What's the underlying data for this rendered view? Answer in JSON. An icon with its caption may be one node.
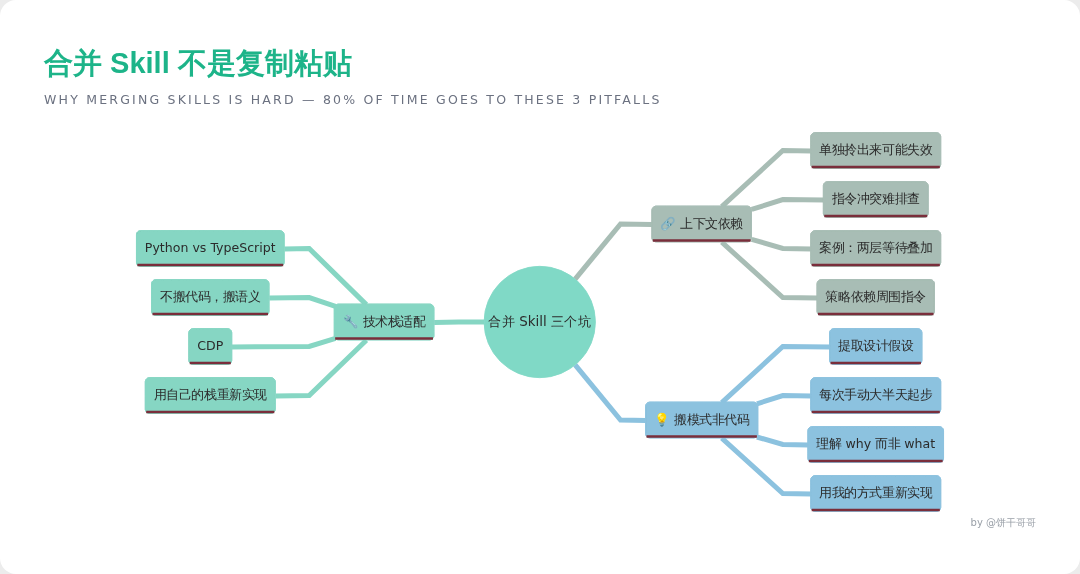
{
  "diagram": {
    "title": "合并 Skill 不是复制粘贴",
    "caption": "WHY MERGING SKILLS IS HARD — 80% OF TIME GOES TO THESE 3 PITFALLS",
    "nodes": [
      {
        "text": [
          "合并 Skill 三个坑"
        ]
      },
      {
        "text": [
          "🔧 技术栈适配"
        ]
      },
      {
        "text": [
          "Python vs TypeScript"
        ]
      },
      {
        "text": [
          "不搬代码，搬语义"
        ]
      },
      {
        "text": [
          "CDP"
        ]
      },
      {
        "text": [
          "用自己的栈重新实现"
        ]
      },
      {
        "text": [
          "🔗 上下文依赖"
        ]
      },
      {
        "text": [
          "单独拎出来可能失效"
        ]
      },
      {
        "text": [
          "指令冲突难排查"
        ]
      },
      {
        "text": [
          "案例：两层等待叠加"
        ]
      },
      {
        "text": [
          "策略依赖周围指令"
        ]
      },
      {
        "text": [
          "💡 搬模式非代码"
        ]
      },
      {
        "text": [
          "提取设计假设"
        ]
      },
      {
        "text": [
          "每次手动大半天起步"
        ]
      },
      {
        "text": [
          "理解 why 而非 what"
        ]
      },
      {
        "text": [
          "用我的方式重新实现"
        ]
      }
    ],
    "edges": [
      {
        "from": 1,
        "to": 0,
        "arrow": "none",
        "color": "#86d6c3"
      },
      {
        "from": 2,
        "to": 1,
        "arrow": "none",
        "color": "#86d6c3"
      },
      {
        "from": 3,
        "to": 1,
        "arrow": "none",
        "color": "#86d6c3"
      },
      {
        "from": 4,
        "to": 1,
        "arrow": "none",
        "color": "#86d6c3"
      },
      {
        "from": 5,
        "to": 1,
        "arrow": "none",
        "color": "#86d6c3"
      },
      {
        "from": 0,
        "to": 6,
        "arrow": "none",
        "color": "#a8bdb5"
      },
      {
        "from": 6,
        "to": 7,
        "arrow": "none",
        "color": "#a8bdb5"
      },
      {
        "from": 6,
        "to": 8,
        "arrow": "none",
        "color": "#a8bdb5"
      },
      {
        "from": 6,
        "to": 9,
        "arrow": "none",
        "color": "#a8bdb5"
      },
      {
        "from": 6,
        "to": 10,
        "arrow": "none",
        "color": "#a8bdb5"
      },
      {
        "from": 0,
        "to": 11,
        "arrow": "none",
        "color": "#8cc2df"
      },
      {
        "from": 11,
        "to": 12,
        "arrow": "none",
        "color": "#8cc2df"
      },
      {
        "from": 11,
        "to": 13,
        "arrow": "none",
        "color": "#8cc2df"
      },
      {
        "from": 11,
        "to": 14,
        "arrow": "none",
        "color": "#8cc2df"
      },
      {
        "from": 11,
        "to": 15,
        "arrow": "none",
        "color": "#8cc2df"
      }
    ],
    "labels": [
      "by @饼干哥哥"
    ]
  }
}
